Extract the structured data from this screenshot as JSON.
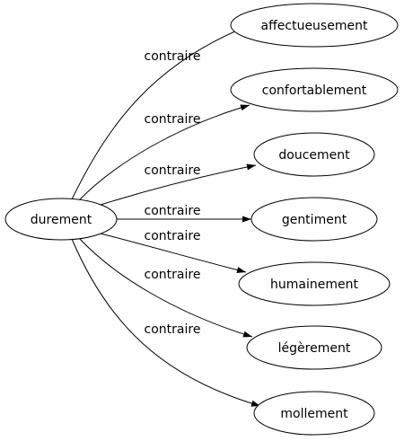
{
  "root": {
    "label": "durement"
  },
  "relations": [
    {
      "label": "contraire",
      "target": "affectueusement"
    },
    {
      "label": "contraire",
      "target": "confortablement"
    },
    {
      "label": "contraire",
      "target": "doucement"
    },
    {
      "label": "contraire",
      "target": "gentiment"
    },
    {
      "label": "contraire",
      "target": "humainement"
    },
    {
      "label": "contraire",
      "target": "légèrement"
    },
    {
      "label": "contraire",
      "target": "mollement"
    }
  ]
}
